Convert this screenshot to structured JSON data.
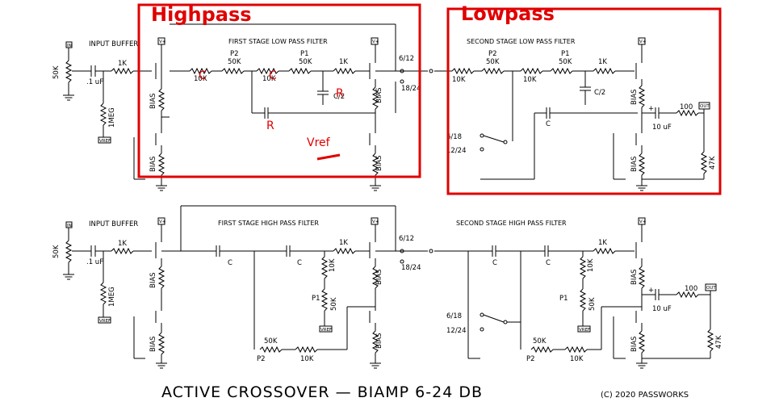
{
  "annotations": {
    "highpass": "Highpass",
    "lowpass": "Lowpass",
    "c": "C",
    "r1": "R",
    "r2": "R",
    "vref": "Vref",
    "colors": {
      "annotation": "#e00000"
    }
  },
  "top": {
    "input_buffer": "INPUT BUFFER",
    "stage1": "FIRST STAGE LOW PASS FILTER",
    "stage2": "SECOND STAGE LOW PASS FILTER",
    "pot_in": "50K",
    "cap_in": ".1 uF",
    "r_in": "1K",
    "r_bias": "1MEG",
    "vref": "VREF",
    "bias": "BIAS",
    "p2": "P2",
    "p1": "P1",
    "k50a": "50K",
    "k50b": "50K",
    "r10ka": "10K",
    "r10kb": "10K",
    "r1k": "1K",
    "c2": "C/2",
    "sw_a": "6/12",
    "sw_b": "18/24",
    "s2_p2": "P2",
    "s2_p1": "P1",
    "s2_50a": "50K",
    "s2_50b": "50K",
    "s2_10ka": "10K",
    "s2_10kb": "10K",
    "s2_1k": "1K",
    "s2_c": "C",
    "s2_c2": "C/2",
    "sw2_a": "6/18",
    "sw2_b": "12/24",
    "out_cap": "10 uF",
    "out_r": "100",
    "out_load": "47K",
    "out": "OUT",
    "in": "IN",
    "vplus": "V+"
  },
  "bottom": {
    "input_buffer": "INPUT BUFFER",
    "stage1": "FIRST STAGE HIGH PASS FILTER",
    "stage2": "SECOND STAGE HIGH PASS FILTER",
    "pot_in": "50K",
    "cap_in": ".1 uF",
    "r_in": "1K",
    "r_bias": "1MEG",
    "vref": "VREF",
    "bias": "BIAS",
    "c": "C",
    "r1k": "1K",
    "r10k": "10K",
    "p1": "P1",
    "k50": "50K",
    "k50b": "50K",
    "p2": "P2",
    "r10kb": "10K",
    "sw_a": "6/12",
    "sw_b": "18/24",
    "sw2_a": "6/18",
    "sw2_b": "12/24",
    "out_cap": "10 uF",
    "out_r": "100",
    "out_load": "47K",
    "out": "OUT",
    "in": "IN",
    "vplus": "V+"
  },
  "footer": {
    "title": "ACTIVE CROSSOVER — BIAMP 6-24 DB",
    "copyright": "(C) 2020 PASSWORKS"
  }
}
